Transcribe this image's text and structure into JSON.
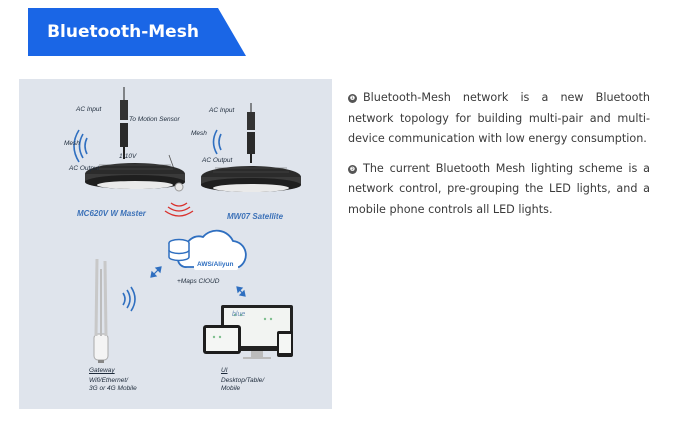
{
  "banner": {
    "title": "Bluetooth-Mesh",
    "color": "#1a66e6"
  },
  "diagram": {
    "master": {
      "ac_input": "AC Input",
      "to_motion_sensor": "To Motion Sensor",
      "mesh": "Mesh",
      "dimming": "1-10V",
      "ac_output": "AC Output",
      "name": "MC620V W Master"
    },
    "satellite": {
      "ac_input": "AC Input",
      "mesh": "Mesh",
      "ac_output": "AC Output",
      "name": "MW07 Satellite"
    },
    "cloud": {
      "label": "AWS/Aliyun",
      "sublabel": "+Maps CIOUD"
    },
    "gateway": {
      "title": "Gateway",
      "desc1": "Wifi/Ethernet/",
      "desc2": "3G or 4G Mobile"
    },
    "ui": {
      "title": "UI",
      "desc1": "Desktop/Table/",
      "desc2": "Mobile",
      "screen_text": "blue"
    },
    "accent_color": "#3d72b8"
  },
  "text": {
    "bullet1": "❶",
    "para1": "Bluetooth-Mesh network is a new Bluetooth network topology for building multi-pair and multi-device communication with low energy consumption.",
    "bullet2": "❷",
    "para2": "The current Bluetooth Mesh lighting scheme is a network control, pre-grouping the LED lights, and a mobile phone controls all LED lights."
  }
}
